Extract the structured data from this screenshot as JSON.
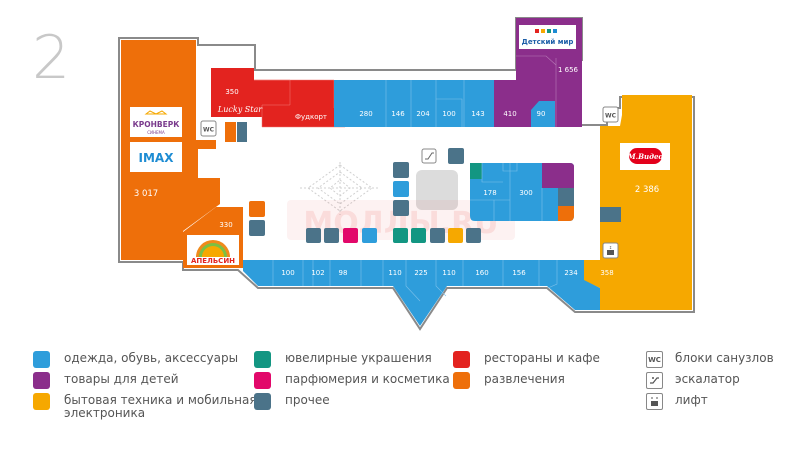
{
  "floor": "2",
  "watermark": "МОЛЛЫ.RU",
  "colors": {
    "clothing": "#2e9ddb",
    "kids": "#8b2e8b",
    "electronics": "#f6a800",
    "jewelry": "#139682",
    "perfume": "#e2086a",
    "other": "#4b7389",
    "food": "#e3231f",
    "entertainment": "#ee6f0a",
    "atrium": "#dcdcdc",
    "wall": "#8a8a8a"
  },
  "stores": {
    "cinema": {
      "area": "3 017",
      "brand1": "КРОНВЕРК",
      "brand1_sub": "СИНЕМА",
      "brand2": "IMAX"
    },
    "foodcourt_350": {
      "area": "350",
      "brand": "Lucky Star"
    },
    "foodcourt": {
      "label": "Фудкорт"
    },
    "detskiy_mir": {
      "area": "1 656",
      "brand": "Детский мир"
    },
    "mvideo": {
      "area": "2 386",
      "brand": "М.Видео"
    },
    "apelsin": {
      "area": "330",
      "brand": "АПЕЛЬСИН"
    },
    "top_row": [
      "280",
      "146",
      "204",
      "100",
      "143",
      "410",
      "90"
    ],
    "center": [
      "178",
      "300"
    ],
    "bottom_row": [
      "100",
      "102",
      "98",
      "110",
      "225",
      "110",
      "160",
      "156",
      "234",
      "358"
    ]
  },
  "map_icons": {
    "wc": "WC"
  },
  "legend": {
    "categories": [
      {
        "label": "одежда, обувь, аксессуары",
        "color": "#2e9ddb"
      },
      {
        "label": "товары для детей",
        "color": "#8b2e8b"
      },
      {
        "label": "бытовая техника и мобильная электроника",
        "color": "#f6a800"
      },
      {
        "label": "ювелирные украшения",
        "color": "#139682"
      },
      {
        "label": "парфюмерия и косметика",
        "color": "#e2086a"
      },
      {
        "label": "прочее",
        "color": "#4b7389"
      },
      {
        "label": "рестораны и кафе",
        "color": "#e3231f"
      },
      {
        "label": "развлечения",
        "color": "#ee6f0a"
      }
    ],
    "facilities": [
      {
        "icon": "wc-icon",
        "icon_text": "WC",
        "label": "блоки санузлов"
      },
      {
        "icon": "escalator-icon",
        "label": "эскалатор"
      },
      {
        "icon": "elevator-icon",
        "label": "лифт"
      }
    ]
  }
}
